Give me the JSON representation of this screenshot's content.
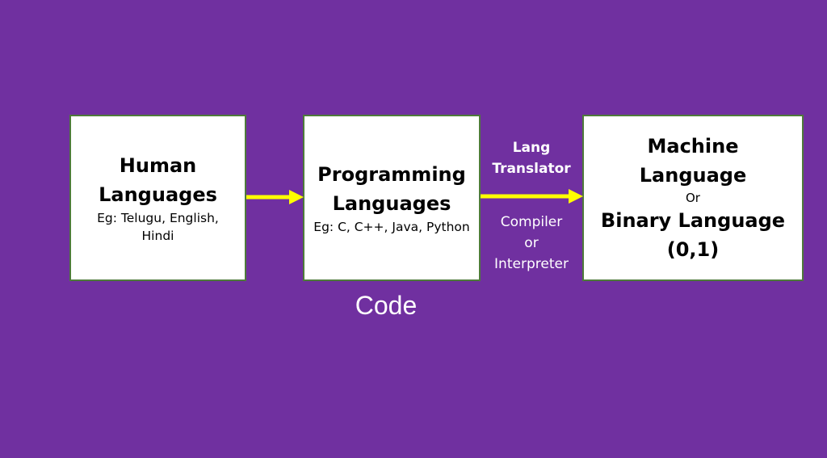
{
  "human_box": {
    "title_line1": "Human",
    "title_line2": "Languages",
    "example_line1": "Eg: Telugu, English,",
    "example_line2": "Hindi"
  },
  "programming_box": {
    "title_line1": "Programming",
    "title_line2": "Languages",
    "example": "Eg: C, C++, Java, Python"
  },
  "machine_box": {
    "title_line1": "Machine",
    "title_line2": "Language",
    "connector": "Or",
    "alt_line1": "Binary Language",
    "alt_line2": "(0,1)"
  },
  "translator_label": {
    "line1": "Lang",
    "line2": "Translator"
  },
  "translator_types": {
    "line1": "Compiler",
    "line2": "or",
    "line3": "Interpreter"
  },
  "code_label": "Code",
  "colors": {
    "background": "#7030a0",
    "arrow": "#ffff00",
    "box_border": "#4e7a3a"
  }
}
